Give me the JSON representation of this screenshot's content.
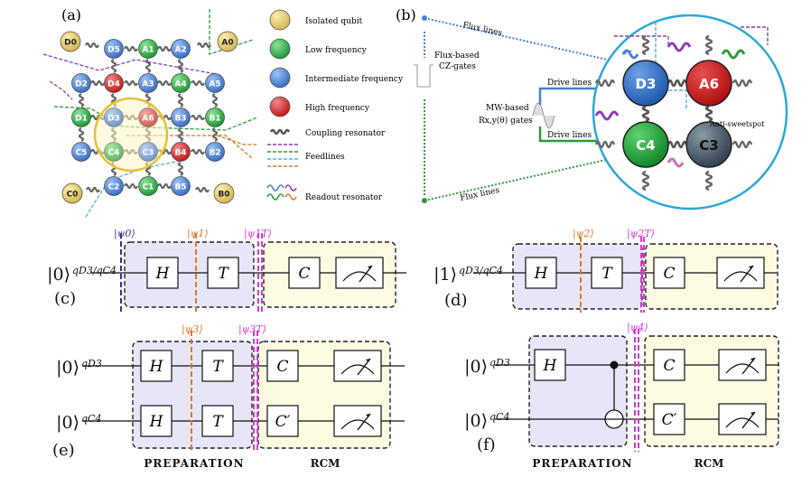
{
  "panels": {
    "a": "(a)",
    "b": "(b)",
    "c": "(c)",
    "d": "(d)",
    "e": "(e)",
    "f": "(f)"
  },
  "chip": {
    "qubits": [
      {
        "name": "D0",
        "kind": "isolated"
      },
      {
        "name": "A0",
        "kind": "isolated"
      },
      {
        "name": "C0",
        "kind": "isolated"
      },
      {
        "name": "B0",
        "kind": "isolated"
      },
      {
        "name": "D5",
        "kind": "intermediate"
      },
      {
        "name": "A1",
        "kind": "low"
      },
      {
        "name": "A2",
        "kind": "intermediate"
      },
      {
        "name": "D2",
        "kind": "intermediate"
      },
      {
        "name": "D4",
        "kind": "high"
      },
      {
        "name": "A4",
        "kind": "low"
      },
      {
        "name": "A5",
        "kind": "intermediate"
      },
      {
        "name": "D1",
        "kind": "low"
      },
      {
        "name": "D3",
        "kind": "intermediate"
      },
      {
        "name": "A3",
        "kind": "intermediate"
      },
      {
        "name": "A6",
        "kind": "high"
      },
      {
        "name": "B3",
        "kind": "intermediate"
      },
      {
        "name": "B1",
        "kind": "low"
      },
      {
        "name": "C5",
        "kind": "intermediate"
      },
      {
        "name": "C4",
        "kind": "low"
      },
      {
        "name": "C3",
        "kind": "intermediate"
      },
      {
        "name": "B4",
        "kind": "high"
      },
      {
        "name": "B2",
        "kind": "intermediate"
      },
      {
        "name": "C2",
        "kind": "intermediate"
      },
      {
        "name": "C1",
        "kind": "low"
      },
      {
        "name": "B5",
        "kind": "intermediate"
      }
    ]
  },
  "legend": {
    "isolated": "Isolated qubit",
    "low": "Low frequency",
    "intermediate": "Intermediate frequency",
    "high": "High frequency",
    "coupling": "Coupling resonator",
    "feedlines": "Feedlines",
    "readout": "Readout resonator"
  },
  "colors": {
    "isolated": "#e8d27a",
    "low": "#33b34a",
    "intermediate": "#4a7fd0",
    "high": "#d42a2a",
    "dark": "#4a5a66",
    "circle_border": "#2ea8d6",
    "purple": "#8a3fb8",
    "green_dash": "#2e9a3a",
    "cyan_dash": "#4fb3d9",
    "orange_dash": "#e0782a",
    "box_purple": "#e6e6f8",
    "box_yellow": "#fdfbe2"
  },
  "zoom": {
    "flux_lines_top": "Flux lines",
    "flux_lines_bottom": "Flux lines",
    "flux_gates_1": "Flux-based",
    "flux_gates_2": "CZ-gates",
    "mw_1": "MW-based",
    "mw_2": "Rx,y(θ) gates",
    "drive_1": "Drive lines",
    "drive_2": "Drive lines",
    "anti": "Anti-sweetspot",
    "qubits": [
      "D3",
      "A6",
      "C4",
      "C3"
    ]
  },
  "circuits": {
    "c": {
      "ket": "|0⟩",
      "sub": "qD3/qC4",
      "states": [
        "|ψ0⟩",
        "|ψ1⟩",
        "|ψ1T⟩"
      ],
      "gates": [
        "H",
        "T",
        "C"
      ]
    },
    "d": {
      "ket": "|1⟩",
      "sub": "qD3/qC4",
      "states": [
        "|ψ2⟩",
        "|ψ2T⟩"
      ],
      "gates": [
        "H",
        "T",
        "C"
      ]
    },
    "e": {
      "kets": [
        "|0⟩",
        "|0⟩"
      ],
      "subs": [
        "qD3",
        "qC4"
      ],
      "states": [
        "|ψ3⟩",
        "|ψ3T⟩"
      ],
      "gates": [
        "H",
        "T",
        "C",
        "H",
        "T",
        "C′"
      ]
    },
    "f": {
      "kets": [
        "|0⟩",
        "|0⟩"
      ],
      "subs": [
        "qD3",
        "qC4"
      ],
      "states": [
        "|ψ4⟩"
      ],
      "gates": [
        "H",
        "C",
        "C′"
      ]
    }
  },
  "footer": {
    "prep_e": "PREPARATION",
    "rcm_e": "RCM",
    "prep_f": "PREPARATION",
    "rcm_f": "RCM"
  }
}
